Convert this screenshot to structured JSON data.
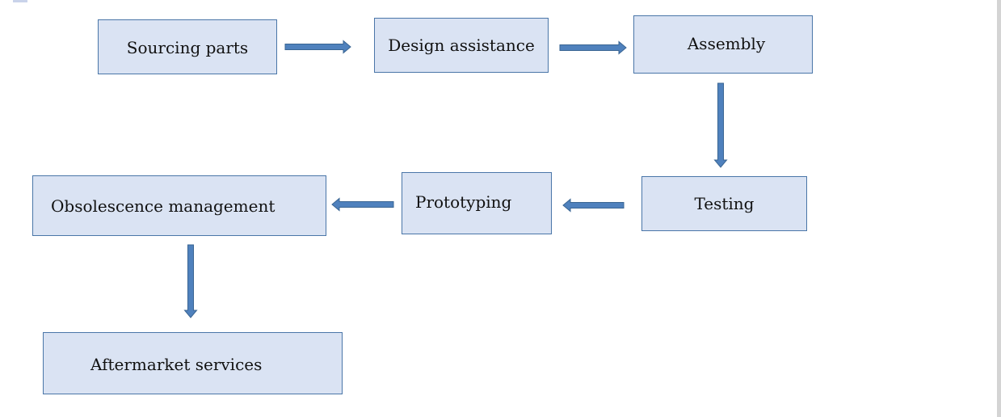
{
  "diagram": {
    "steps": [
      {
        "id": "sourcing",
        "label": "Sourcing parts"
      },
      {
        "id": "design",
        "label": "Design assistance"
      },
      {
        "id": "assembly",
        "label": "Assembly"
      },
      {
        "id": "testing",
        "label": "Testing"
      },
      {
        "id": "prototyping",
        "label": "Prototyping"
      },
      {
        "id": "obsolescence",
        "label": "Obsolescence management"
      },
      {
        "id": "aftermarket",
        "label": "Aftermarket services"
      }
    ],
    "flow": [
      {
        "from": "sourcing",
        "to": "design"
      },
      {
        "from": "design",
        "to": "assembly"
      },
      {
        "from": "assembly",
        "to": "testing"
      },
      {
        "from": "testing",
        "to": "prototyping"
      },
      {
        "from": "prototyping",
        "to": "obsolescence"
      },
      {
        "from": "obsolescence",
        "to": "aftermarket"
      }
    ],
    "colors": {
      "box_fill": "#dae3f3",
      "box_border": "#4a76a8",
      "arrow_fill": "#4f81bd",
      "arrow_stroke": "#3a6593"
    }
  }
}
